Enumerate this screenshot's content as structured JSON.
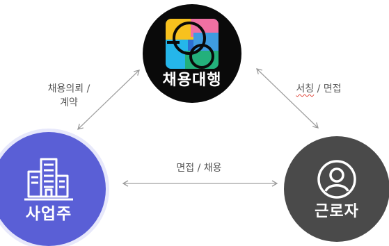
{
  "nodes": {
    "agency": {
      "label": "채용대행",
      "icon": "app-logo-icon",
      "color": "#0a0a0a"
    },
    "employer": {
      "label": "사업주",
      "icon": "building-icon",
      "color": "#5a5fd6"
    },
    "worker": {
      "label": "근로자",
      "icon": "person-icon",
      "color": "#4a4a4a"
    }
  },
  "edges": {
    "employer_agency": {
      "line1": "채용의뢰 /",
      "line2": "계약"
    },
    "agency_worker": {
      "part1": "서칭",
      "part2": " / 면접"
    },
    "employer_worker": {
      "label": "면접 / 채용"
    }
  }
}
